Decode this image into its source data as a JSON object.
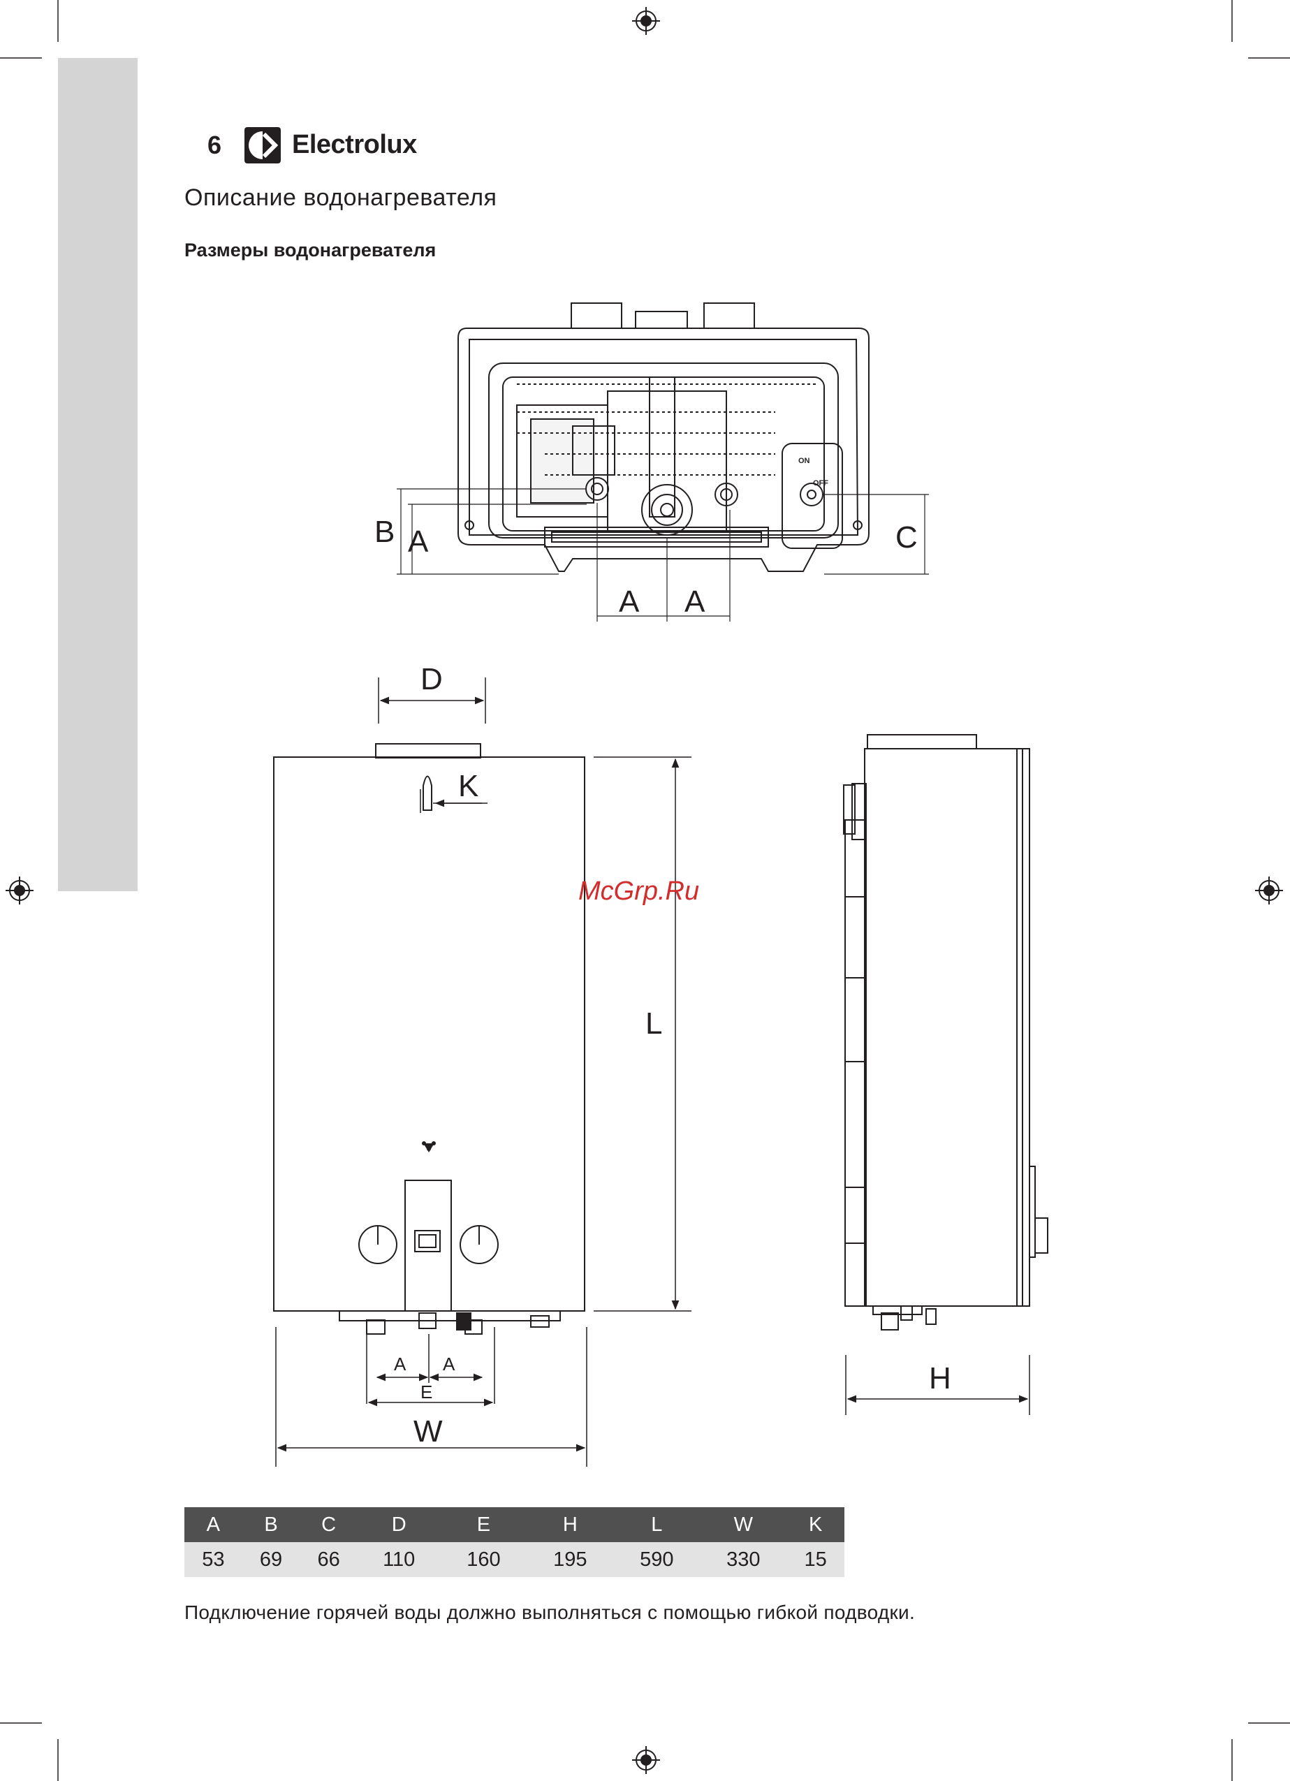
{
  "header": {
    "page_number": "6",
    "brand": "Electrolux",
    "section_title": "Описание водонагревателя",
    "subsection_title": "Размеры водонагревателя"
  },
  "watermark": "McGrp.Ru",
  "drawing_labels": {
    "top_view": {
      "b": "B",
      "a_left": "A",
      "c": "C",
      "a_bottom_1": "A",
      "a_bottom_2": "A"
    },
    "front_view": {
      "d": "D",
      "k": "K",
      "l": "L",
      "a_1": "A",
      "a_2": "A",
      "e": "E",
      "w": "W"
    },
    "side_view": {
      "h": "H"
    },
    "knob_label_on": "ON",
    "knob_label_off": "OFF"
  },
  "dimensions_table": {
    "headers": [
      "A",
      "B",
      "C",
      "D",
      "E",
      "H",
      "L",
      "W",
      "K"
    ],
    "values": [
      "53",
      "69",
      "66",
      "110",
      "160",
      "195",
      "590",
      "330",
      "15"
    ]
  },
  "note": "Подключение горячей воды должно выполняться с помощью гибкой подводки."
}
